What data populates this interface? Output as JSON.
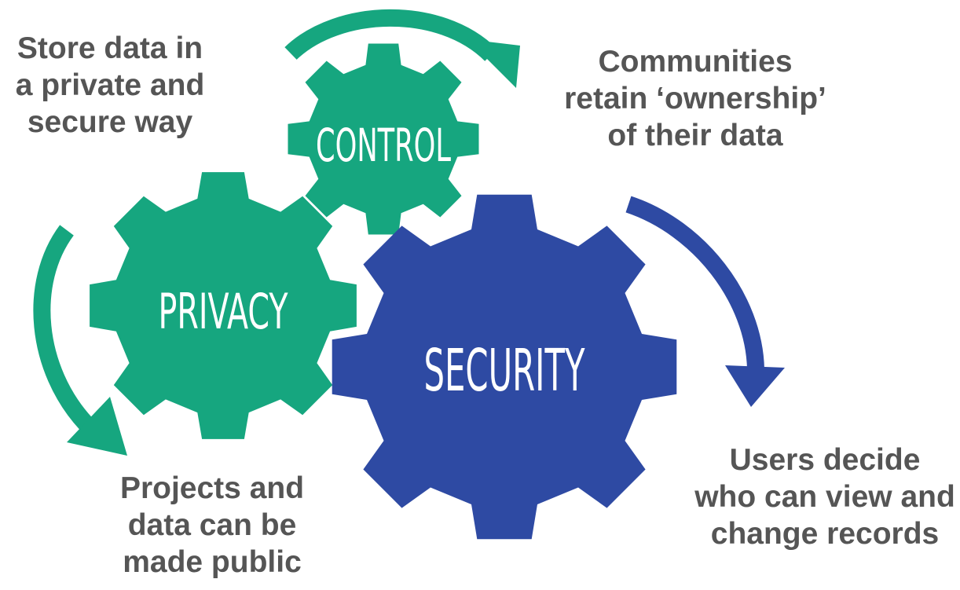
{
  "gears": {
    "control": {
      "label": "CONTROL",
      "color": "#16a67f",
      "icon": "gear-icon"
    },
    "privacy": {
      "label": "PRIVACY",
      "color": "#16a67f",
      "icon": "gear-icon"
    },
    "security": {
      "label": "SECURITY",
      "color": "#2e4aa3",
      "icon": "gear-icon"
    }
  },
  "captions": {
    "control_left": [
      "Store data in",
      "a private and",
      "secure way"
    ],
    "control_right": [
      "Communities",
      "retain ‘ownership’",
      "of their data"
    ],
    "privacy_bottom": [
      "Projects and",
      "data can be",
      "made public"
    ],
    "security_right": [
      "Users decide",
      "who can view and",
      "change records"
    ]
  },
  "arrows": {
    "control": {
      "color": "#16a67f",
      "icon": "curved-arrow-icon"
    },
    "privacy": {
      "color": "#16a67f",
      "icon": "curved-arrow-icon"
    },
    "security": {
      "color": "#2e4aa3",
      "icon": "curved-arrow-icon"
    }
  },
  "colors": {
    "text": "#555555",
    "background": "#ffffff"
  }
}
